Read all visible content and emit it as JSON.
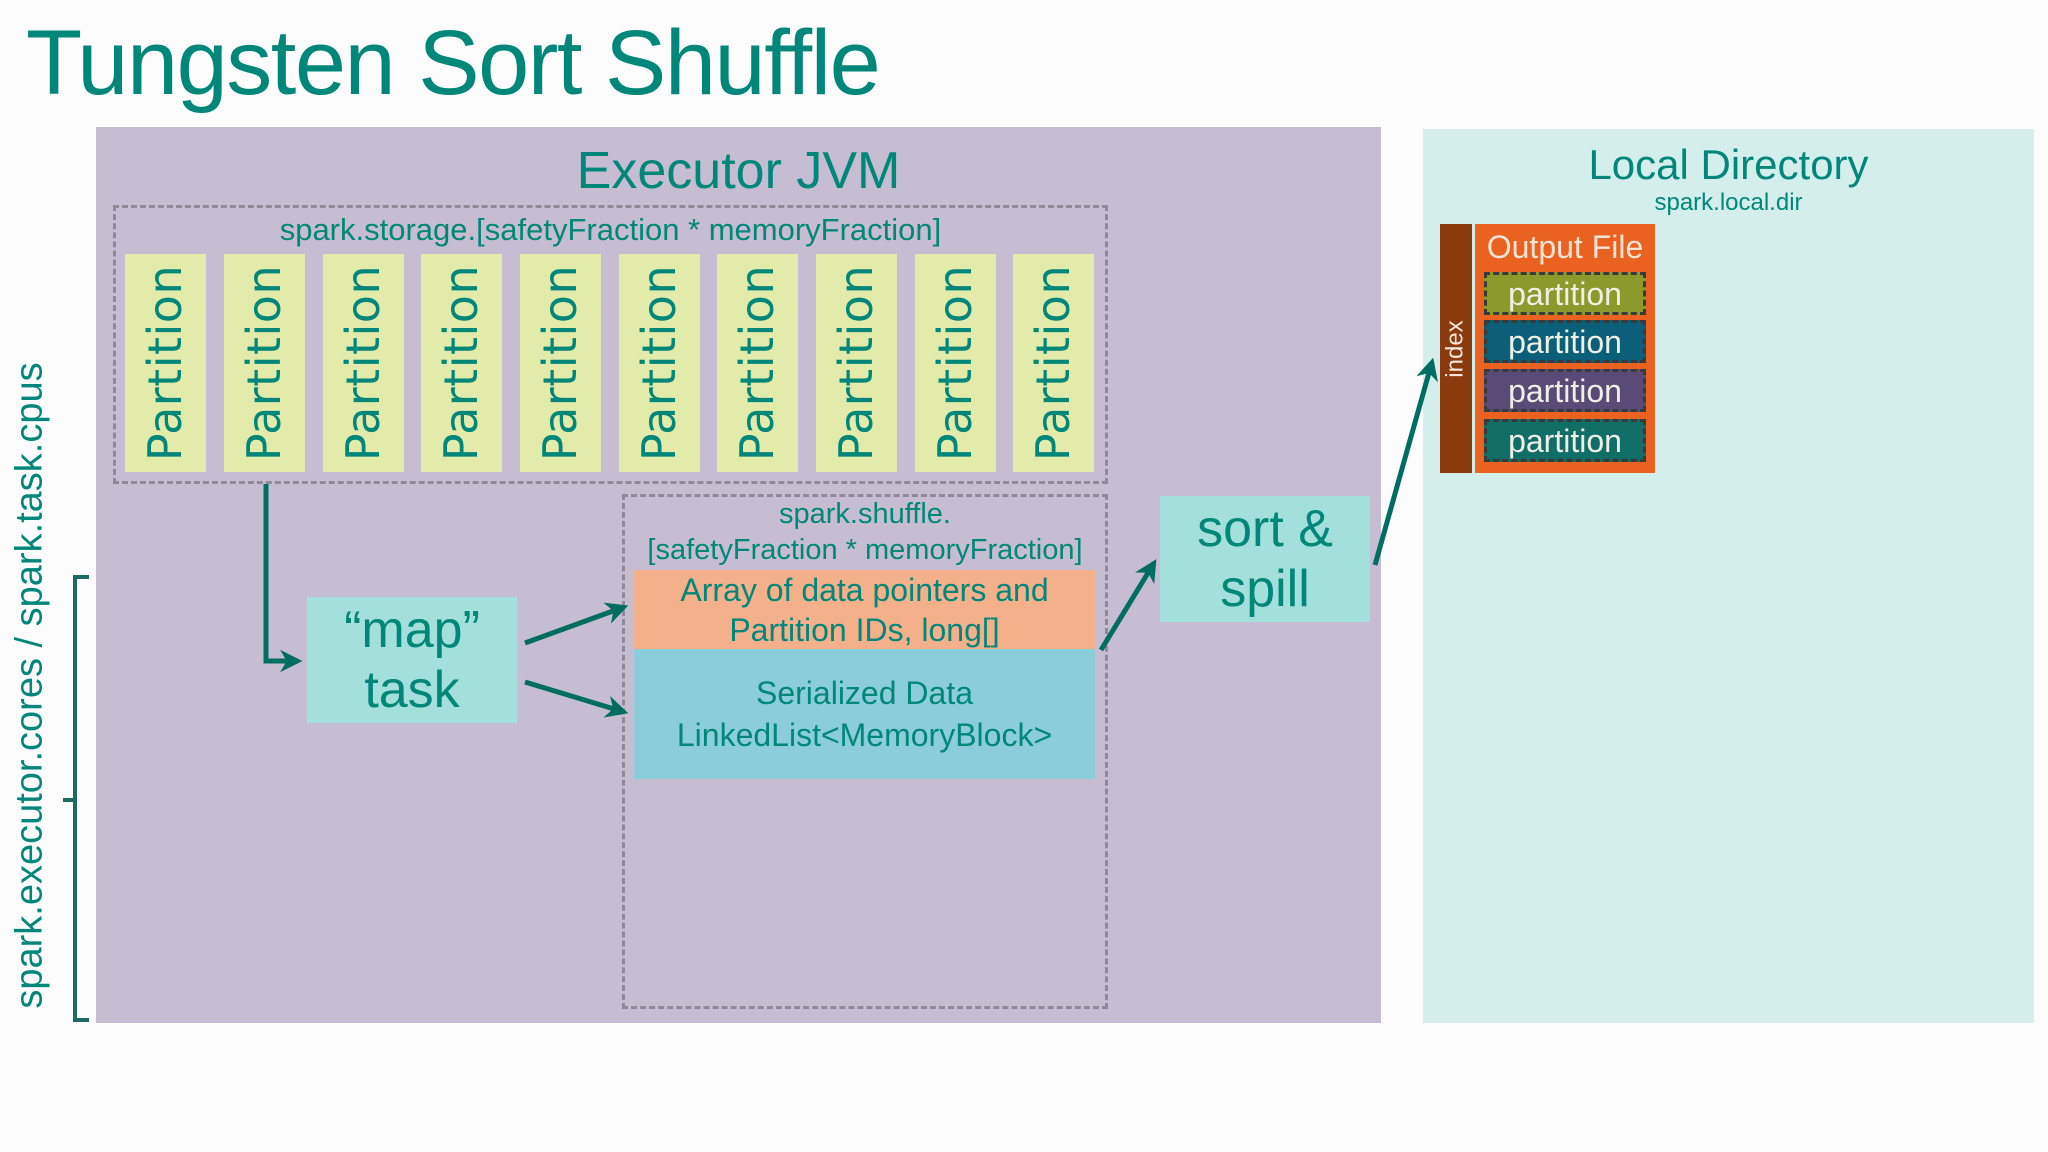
{
  "slide": {
    "title": "Tungsten Sort Shuffle"
  },
  "side_label": "spark.executor.cores / spark.task.cpus",
  "executor": {
    "title": "Executor JVM",
    "storage": {
      "label": "spark.storage.[safetyFraction * memoryFraction]",
      "partitions": [
        "Partition",
        "Partition",
        "Partition",
        "Partition",
        "Partition",
        "Partition",
        "Partition",
        "Partition",
        "Partition",
        "Partition"
      ]
    },
    "map_task": {
      "line1": "“map”",
      "line2": "task"
    },
    "shuffle": {
      "label_line1": "spark.shuffle.",
      "label_line2": "[safetyFraction * memoryFraction]",
      "array_box": {
        "line1": "Array of data pointers and",
        "line2": "Partition IDs, long[]"
      },
      "serialized_box": {
        "line1": "Serialized Data",
        "line2": "LinkedList<MemoryBlock>"
      }
    }
  },
  "sort_spill": {
    "line1": "sort &",
    "line2": "spill"
  },
  "local_directory": {
    "title": "Local Directory",
    "subtitle": "spark.local.dir",
    "index_label": "index",
    "output_file": {
      "label": "Output File",
      "partitions": [
        {
          "label": "partition",
          "color": "#8a9a2b"
        },
        {
          "label": "partition",
          "color": "#0c5f79"
        },
        {
          "label": "partition",
          "color": "#5a4a78"
        },
        {
          "label": "partition",
          "color": "#116e67"
        }
      ]
    }
  },
  "colors": {
    "text_teal": "#00877a",
    "arrow": "#006d62",
    "executor_bg": "#c6bdd3",
    "partition_bg": "#e3ebab",
    "task_box_bg": "#a3e0dc",
    "array_bg": "#f4b08a",
    "serialized_bg": "#8ccddb",
    "local_dir_bg": "#d3eeeb",
    "output_file_bg": "#ea6220",
    "index_bg": "#8b3a0e"
  }
}
